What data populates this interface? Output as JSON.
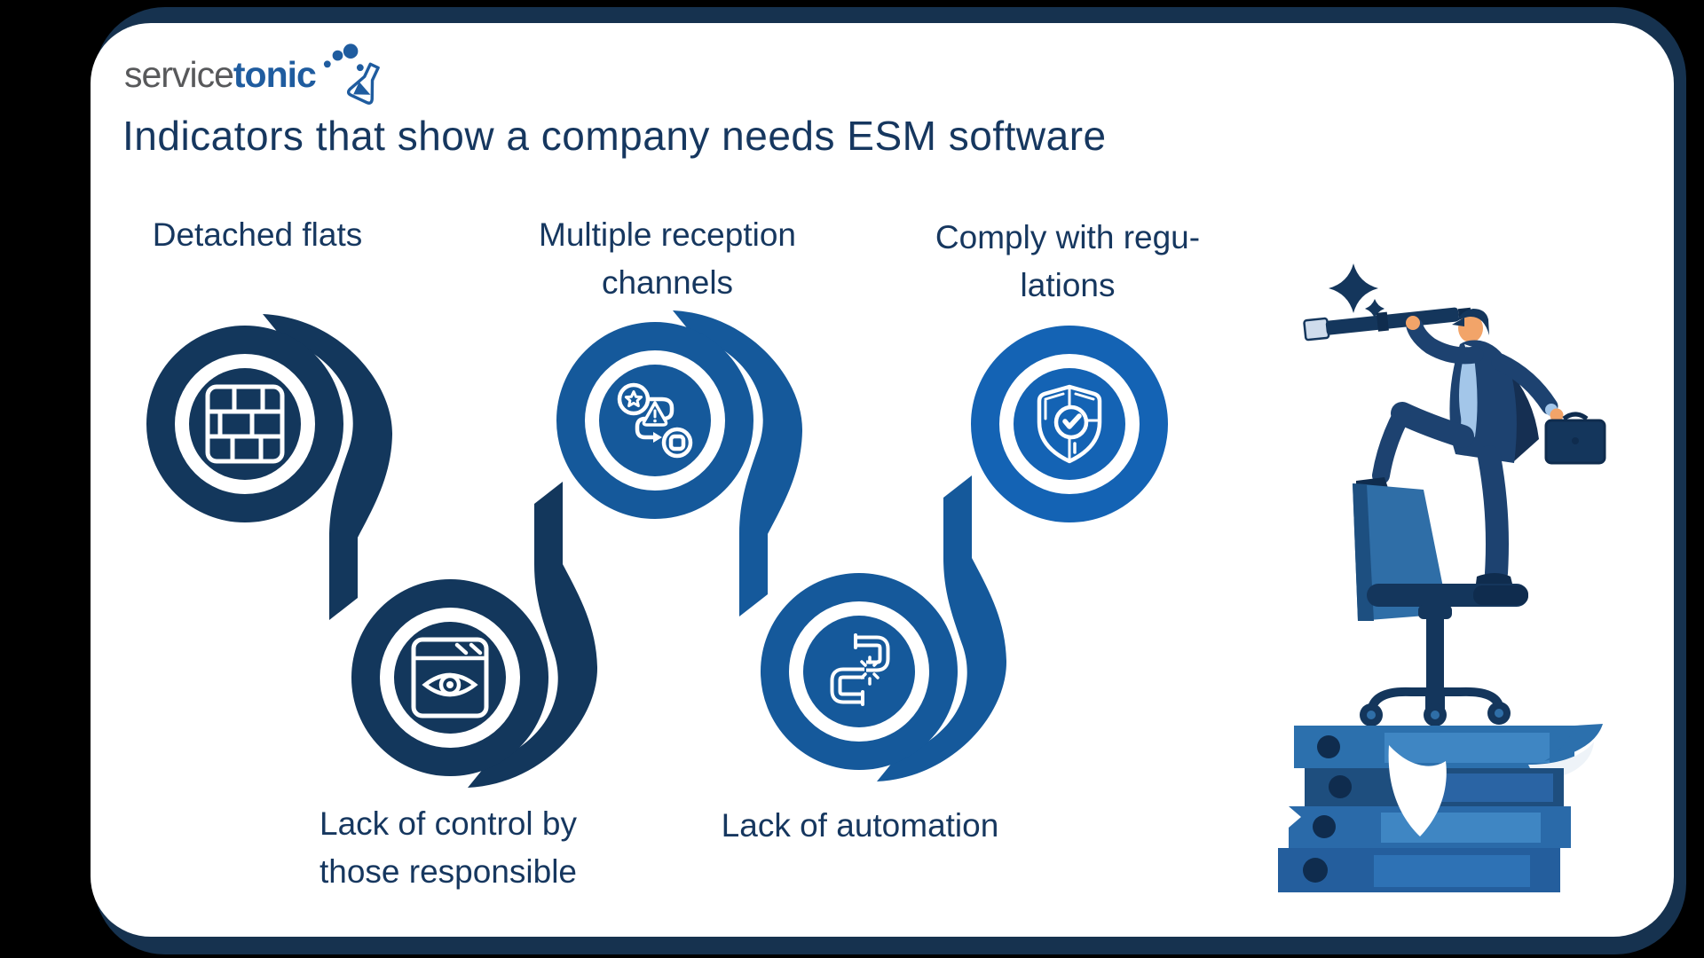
{
  "logo": {
    "part1": "service",
    "part2": "tonic",
    "flask_icon": "flask-icon",
    "gray": "#58595b",
    "blue": "#1f5c9f"
  },
  "title": "Indicators that show a company needs ESM software",
  "theme": {
    "background": "#000000",
    "card": "#ffffff",
    "card_shadow": "#16324f",
    "text_color": "#16375f"
  },
  "indicators": [
    {
      "label": "Detached flats",
      "lines": [
        "Detached flats"
      ],
      "icon": "brick-wall-icon",
      "color": "#13375c",
      "position": "top-row"
    },
    {
      "label": "Lack of control by those responsible",
      "lines": [
        "Lack of control by",
        "those responsible"
      ],
      "icon": "eye-window-icon",
      "color": "#13375c",
      "position": "bottom-row"
    },
    {
      "label": "Multiple reception channels",
      "lines": [
        "Multiple reception",
        "channels"
      ],
      "icon": "workflow-icon",
      "color": "#15599b",
      "position": "top-row"
    },
    {
      "label": "Lack of automation",
      "lines": [
        "Lack of automation"
      ],
      "icon": "broken-pipe-icon",
      "color": "#15599b",
      "position": "bottom-row"
    },
    {
      "label": "Comply with regulations",
      "lines": [
        "Comply with regu-",
        "lations"
      ],
      "icon": "shield-check-icon",
      "color": "#1463b4",
      "position": "top-row"
    }
  ],
  "illustration": {
    "description": "Businessman in navy suit looking through a telescope, holding a briefcase, standing on an office chair placed on a stack of blue binders, with sparkles",
    "colors": {
      "suit": "#1d4270",
      "suit_dark": "#152f52",
      "skin": "#f2a469",
      "tie": "#a3c6e9",
      "chair": "#2f6ea7",
      "navy": "#14365c",
      "deep_navy": "#0f2c4e",
      "binder_light": "#3f86c3",
      "binder_mid": "#2c70ad",
      "binder_dark": "#1e4e7e"
    }
  }
}
